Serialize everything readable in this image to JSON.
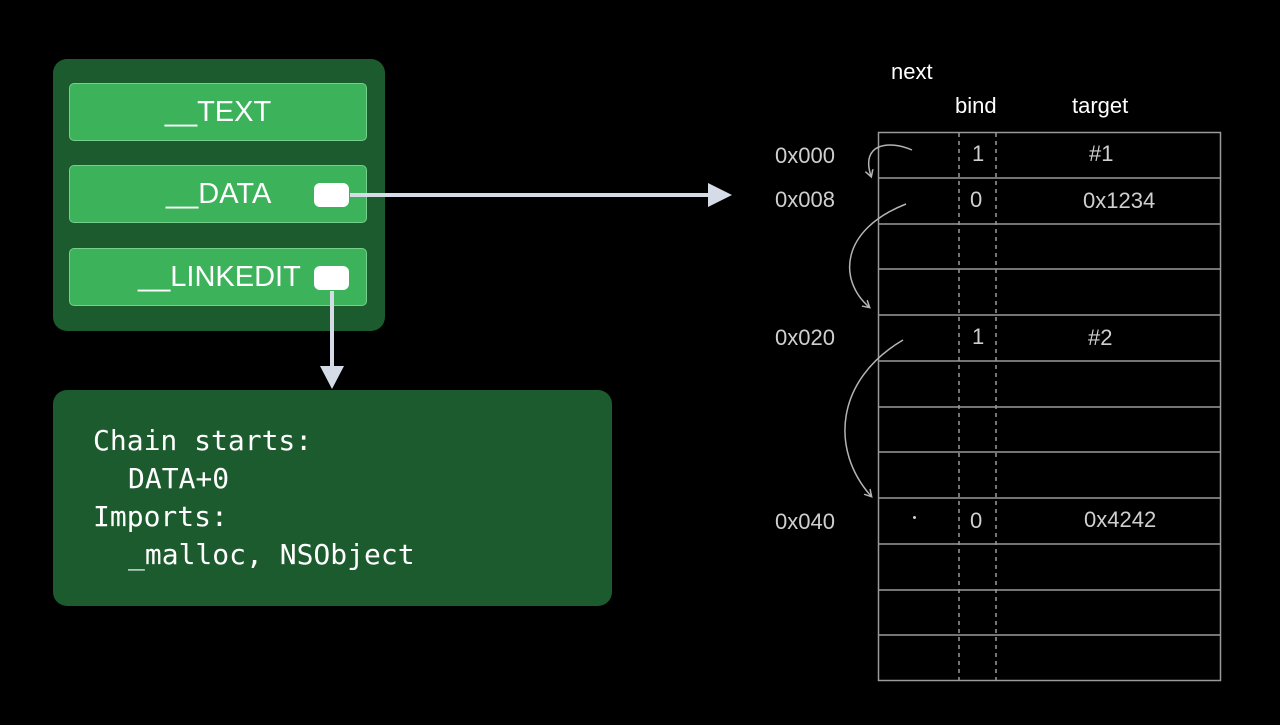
{
  "segments": {
    "text": "__TEXT",
    "data": "__DATA",
    "linkedit": "__LINKEDIT"
  },
  "linkedit_info": {
    "lines": [
      "Chain starts:",
      "DATA+0",
      "Imports:",
      "_malloc, NSObject"
    ]
  },
  "table": {
    "headers": {
      "next": "next",
      "bind": "bind",
      "target": "target"
    },
    "rows": [
      {
        "address": "0x000",
        "bind": "1",
        "target": "#1"
      },
      {
        "address": "0x008",
        "bind": "0",
        "target": "0x1234"
      },
      {
        "address": "",
        "bind": "",
        "target": ""
      },
      {
        "address": "",
        "bind": "",
        "target": ""
      },
      {
        "address": "0x020",
        "bind": "1",
        "target": "#2"
      },
      {
        "address": "",
        "bind": "",
        "target": ""
      },
      {
        "address": "",
        "bind": "",
        "target": ""
      },
      {
        "address": "",
        "bind": "",
        "target": ""
      },
      {
        "address": "0x040",
        "bind": "0",
        "target": "0x4242"
      },
      {
        "address": "",
        "bind": "",
        "target": ""
      },
      {
        "address": "",
        "bind": "",
        "target": ""
      },
      {
        "address": "",
        "bind": "",
        "target": ""
      }
    ]
  },
  "colors": {
    "background": "#000000",
    "segment_container": "#1c5b2e",
    "segment_fill": "#3cb35a",
    "arrow": "#d6dbe8",
    "grid": "#9a9a9a",
    "text": "#ffffff"
  }
}
